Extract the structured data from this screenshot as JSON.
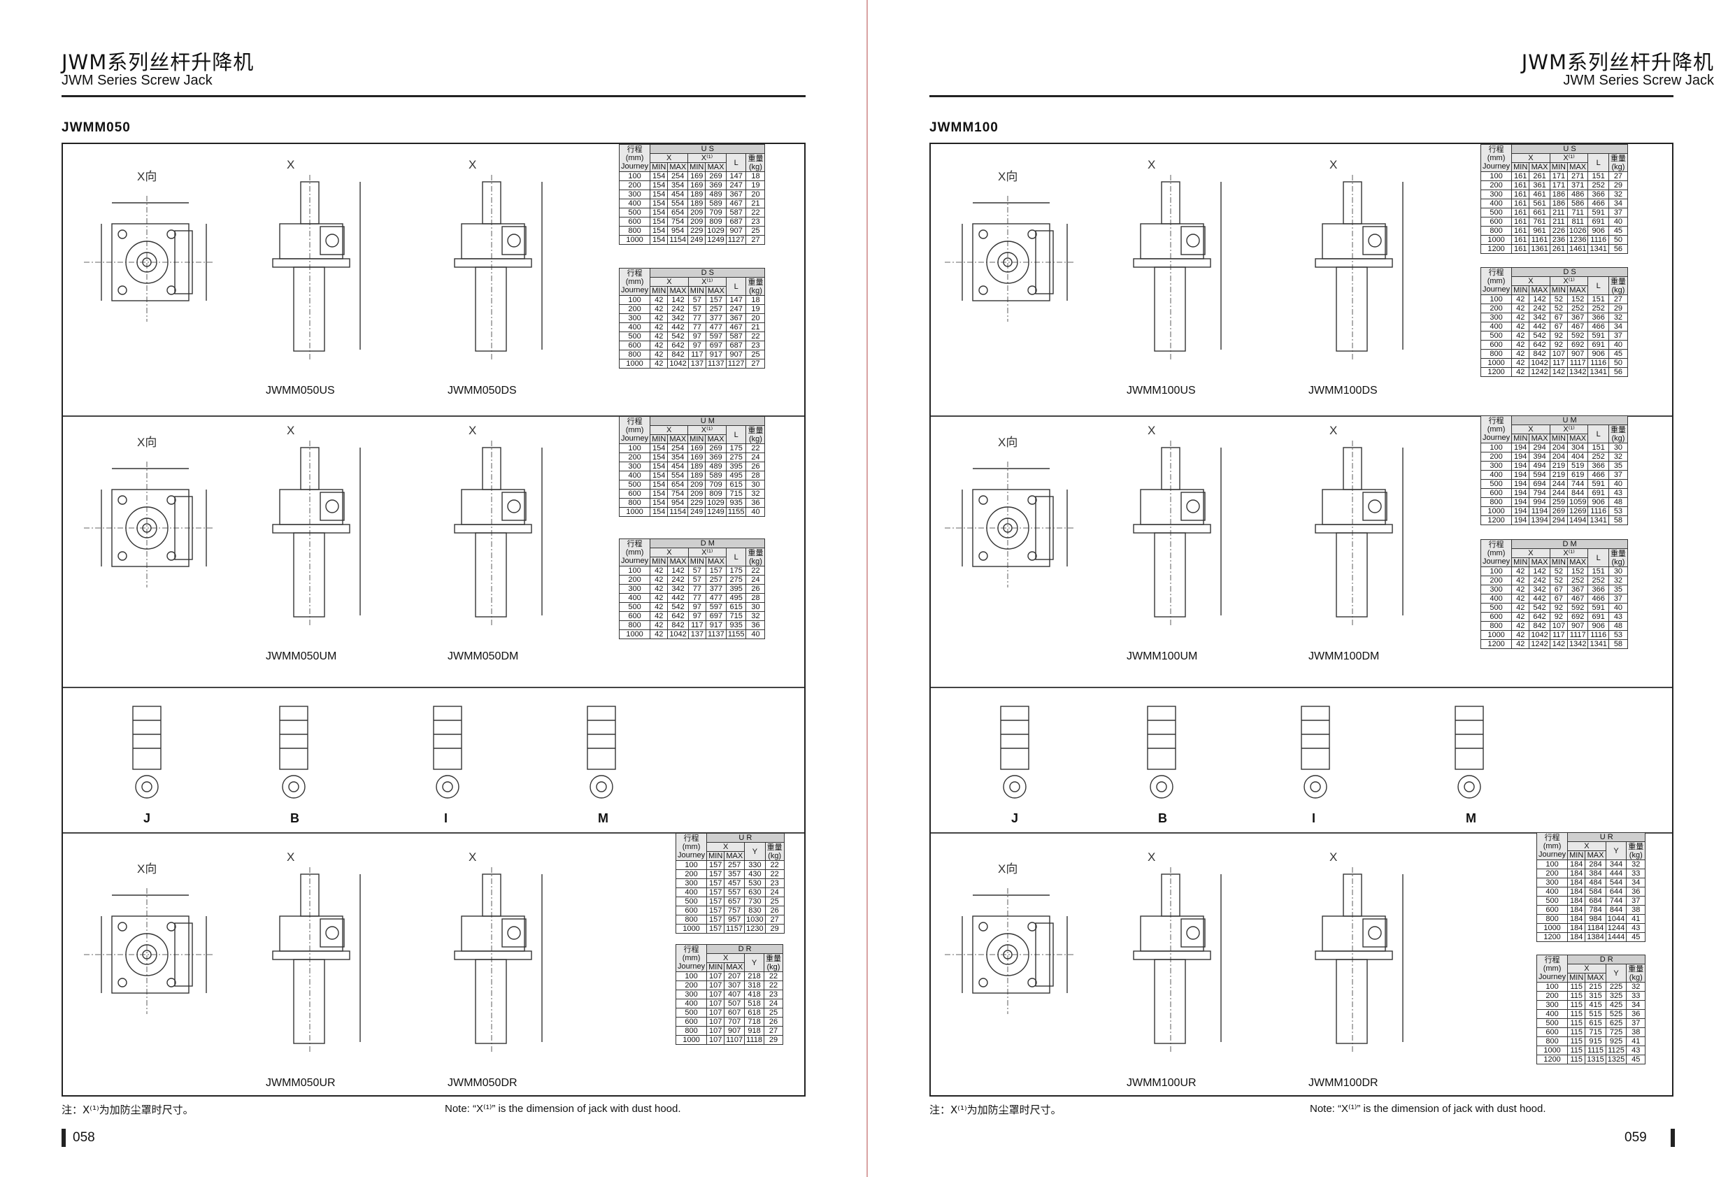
{
  "header": {
    "title_cn": "JWM系列丝杆升降机",
    "title_en": "JWM Series Screw Jack"
  },
  "footer": {
    "note_cn": "注：X⁽¹⁾为加防尘罩时尺寸。",
    "note_en": "Note: “X⁽¹⁾” is the dimension of jack with dust hood."
  },
  "pages": [
    {
      "page_no": "058",
      "model": "JWMM050",
      "labels": {
        "xdir": "X向",
        "x": "X",
        "us": "JWMM050US",
        "ds": "JWMM050DS",
        "um": "JWMM050UM",
        "dm": "JWMM050DM",
        "ur": "JWMM050UR",
        "dr": "JWMM050DR",
        "j": "J",
        "b": "B",
        "i": "I",
        "m": "M"
      },
      "tables": {
        "US": {
          "title": "U S",
          "rows": [
            [
              "100",
              "154",
              "254",
              "169",
              "269",
              "147",
              "18"
            ],
            [
              "200",
              "154",
              "354",
              "169",
              "369",
              "247",
              "19"
            ],
            [
              "300",
              "154",
              "454",
              "189",
              "489",
              "367",
              "20"
            ],
            [
              "400",
              "154",
              "554",
              "189",
              "589",
              "467",
              "21"
            ],
            [
              "500",
              "154",
              "654",
              "209",
              "709",
              "587",
              "22"
            ],
            [
              "600",
              "154",
              "754",
              "209",
              "809",
              "687",
              "23"
            ],
            [
              "800",
              "154",
              "954",
              "229",
              "1029",
              "907",
              "25"
            ],
            [
              "1000",
              "154",
              "1154",
              "249",
              "1249",
              "1127",
              "27"
            ]
          ]
        },
        "DS": {
          "title": "D S",
          "rows": [
            [
              "100",
              "42",
              "142",
              "57",
              "157",
              "147",
              "18"
            ],
            [
              "200",
              "42",
              "242",
              "57",
              "257",
              "247",
              "19"
            ],
            [
              "300",
              "42",
              "342",
              "77",
              "377",
              "367",
              "20"
            ],
            [
              "400",
              "42",
              "442",
              "77",
              "477",
              "467",
              "21"
            ],
            [
              "500",
              "42",
              "542",
              "97",
              "597",
              "587",
              "22"
            ],
            [
              "600",
              "42",
              "642",
              "97",
              "697",
              "687",
              "23"
            ],
            [
              "800",
              "42",
              "842",
              "117",
              "917",
              "907",
              "25"
            ],
            [
              "1000",
              "42",
              "1042",
              "137",
              "1137",
              "1127",
              "27"
            ]
          ]
        },
        "UM": {
          "title": "U M",
          "rows": [
            [
              "100",
              "154",
              "254",
              "169",
              "269",
              "175",
              "22"
            ],
            [
              "200",
              "154",
              "354",
              "169",
              "369",
              "275",
              "24"
            ],
            [
              "300",
              "154",
              "454",
              "189",
              "489",
              "395",
              "26"
            ],
            [
              "400",
              "154",
              "554",
              "189",
              "589",
              "495",
              "28"
            ],
            [
              "500",
              "154",
              "654",
              "209",
              "709",
              "615",
              "30"
            ],
            [
              "600",
              "154",
              "754",
              "209",
              "809",
              "715",
              "32"
            ],
            [
              "800",
              "154",
              "954",
              "229",
              "1029",
              "935",
              "36"
            ],
            [
              "1000",
              "154",
              "1154",
              "249",
              "1249",
              "1155",
              "40"
            ]
          ]
        },
        "DM": {
          "title": "D M",
          "rows": [
            [
              "100",
              "42",
              "142",
              "57",
              "157",
              "175",
              "22"
            ],
            [
              "200",
              "42",
              "242",
              "57",
              "257",
              "275",
              "24"
            ],
            [
              "300",
              "42",
              "342",
              "77",
              "377",
              "395",
              "26"
            ],
            [
              "400",
              "42",
              "442",
              "77",
              "477",
              "495",
              "28"
            ],
            [
              "500",
              "42",
              "542",
              "97",
              "597",
              "615",
              "30"
            ],
            [
              "600",
              "42",
              "642",
              "97",
              "697",
              "715",
              "32"
            ],
            [
              "800",
              "42",
              "842",
              "117",
              "917",
              "935",
              "36"
            ],
            [
              "1000",
              "42",
              "1042",
              "137",
              "1137",
              "1155",
              "40"
            ]
          ]
        },
        "UR": {
          "title": "U R",
          "rows": [
            [
              "100",
              "157",
              "257",
              "330",
              "22"
            ],
            [
              "200",
              "157",
              "357",
              "430",
              "22"
            ],
            [
              "300",
              "157",
              "457",
              "530",
              "23"
            ],
            [
              "400",
              "157",
              "557",
              "630",
              "24"
            ],
            [
              "500",
              "157",
              "657",
              "730",
              "25"
            ],
            [
              "600",
              "157",
              "757",
              "830",
              "26"
            ],
            [
              "800",
              "157",
              "957",
              "1030",
              "27"
            ],
            [
              "1000",
              "157",
              "1157",
              "1230",
              "29"
            ]
          ]
        },
        "DR": {
          "title": "D R",
          "rows": [
            [
              "100",
              "107",
              "207",
              "218",
              "22"
            ],
            [
              "200",
              "107",
              "307",
              "318",
              "22"
            ],
            [
              "300",
              "107",
              "407",
              "418",
              "23"
            ],
            [
              "400",
              "107",
              "507",
              "518",
              "24"
            ],
            [
              "500",
              "107",
              "607",
              "618",
              "25"
            ],
            [
              "600",
              "107",
              "707",
              "718",
              "26"
            ],
            [
              "800",
              "107",
              "907",
              "918",
              "27"
            ],
            [
              "1000",
              "107",
              "1107",
              "1118",
              "29"
            ]
          ]
        }
      }
    },
    {
      "page_no": "059",
      "model": "JWMM100",
      "labels": {
        "xdir": "X向",
        "x": "X",
        "us": "JWMM100US",
        "ds": "JWMM100DS",
        "um": "JWMM100UM",
        "dm": "JWMM100DM",
        "ur": "JWMM100UR",
        "dr": "JWMM100DR",
        "j": "J",
        "b": "B",
        "i": "I",
        "m": "M"
      },
      "tables": {
        "US": {
          "title": "U S",
          "rows": [
            [
              "100",
              "161",
              "261",
              "171",
              "271",
              "151",
              "27"
            ],
            [
              "200",
              "161",
              "361",
              "171",
              "371",
              "252",
              "29"
            ],
            [
              "300",
              "161",
              "461",
              "186",
              "486",
              "366",
              "32"
            ],
            [
              "400",
              "161",
              "561",
              "186",
              "586",
              "466",
              "34"
            ],
            [
              "500",
              "161",
              "661",
              "211",
              "711",
              "591",
              "37"
            ],
            [
              "600",
              "161",
              "761",
              "211",
              "811",
              "691",
              "40"
            ],
            [
              "800",
              "161",
              "961",
              "226",
              "1026",
              "906",
              "45"
            ],
            [
              "1000",
              "161",
              "1161",
              "236",
              "1236",
              "1116",
              "50"
            ],
            [
              "1200",
              "161",
              "1361",
              "261",
              "1461",
              "1341",
              "56"
            ]
          ]
        },
        "DS": {
          "title": "D S",
          "rows": [
            [
              "100",
              "42",
              "142",
              "52",
              "152",
              "151",
              "27"
            ],
            [
              "200",
              "42",
              "242",
              "52",
              "252",
              "252",
              "29"
            ],
            [
              "300",
              "42",
              "342",
              "67",
              "367",
              "366",
              "32"
            ],
            [
              "400",
              "42",
              "442",
              "67",
              "467",
              "466",
              "34"
            ],
            [
              "500",
              "42",
              "542",
              "92",
              "592",
              "591",
              "37"
            ],
            [
              "600",
              "42",
              "642",
              "92",
              "692",
              "691",
              "40"
            ],
            [
              "800",
              "42",
              "842",
              "107",
              "907",
              "906",
              "45"
            ],
            [
              "1000",
              "42",
              "1042",
              "117",
              "1117",
              "1116",
              "50"
            ],
            [
              "1200",
              "42",
              "1242",
              "142",
              "1342",
              "1341",
              "56"
            ]
          ]
        },
        "UM": {
          "title": "U M",
          "rows": [
            [
              "100",
              "194",
              "294",
              "204",
              "304",
              "151",
              "30"
            ],
            [
              "200",
              "194",
              "394",
              "204",
              "404",
              "252",
              "32"
            ],
            [
              "300",
              "194",
              "494",
              "219",
              "519",
              "366",
              "35"
            ],
            [
              "400",
              "194",
              "594",
              "219",
              "619",
              "466",
              "37"
            ],
            [
              "500",
              "194",
              "694",
              "244",
              "744",
              "591",
              "40"
            ],
            [
              "600",
              "194",
              "794",
              "244",
              "844",
              "691",
              "43"
            ],
            [
              "800",
              "194",
              "994",
              "259",
              "1059",
              "906",
              "48"
            ],
            [
              "1000",
              "194",
              "1194",
              "269",
              "1269",
              "1116",
              "53"
            ],
            [
              "1200",
              "194",
              "1394",
              "294",
              "1494",
              "1341",
              "58"
            ]
          ]
        },
        "DM": {
          "title": "D M",
          "rows": [
            [
              "100",
              "42",
              "142",
              "52",
              "152",
              "151",
              "30"
            ],
            [
              "200",
              "42",
              "242",
              "52",
              "252",
              "252",
              "32"
            ],
            [
              "300",
              "42",
              "342",
              "67",
              "367",
              "366",
              "35"
            ],
            [
              "400",
              "42",
              "442",
              "67",
              "467",
              "466",
              "37"
            ],
            [
              "500",
              "42",
              "542",
              "92",
              "592",
              "591",
              "40"
            ],
            [
              "600",
              "42",
              "642",
              "92",
              "692",
              "691",
              "43"
            ],
            [
              "800",
              "42",
              "842",
              "107",
              "907",
              "906",
              "48"
            ],
            [
              "1000",
              "42",
              "1042",
              "117",
              "1117",
              "1116",
              "53"
            ],
            [
              "1200",
              "42",
              "1242",
              "142",
              "1342",
              "1341",
              "58"
            ]
          ]
        },
        "UR": {
          "title": "U R",
          "rows": [
            [
              "100",
              "184",
              "284",
              "344",
              "32"
            ],
            [
              "200",
              "184",
              "384",
              "444",
              "33"
            ],
            [
              "300",
              "184",
              "484",
              "544",
              "34"
            ],
            [
              "400",
              "184",
              "584",
              "644",
              "36"
            ],
            [
              "500",
              "184",
              "684",
              "744",
              "37"
            ],
            [
              "600",
              "184",
              "784",
              "844",
              "38"
            ],
            [
              "800",
              "184",
              "984",
              "1044",
              "41"
            ],
            [
              "1000",
              "184",
              "1184",
              "1244",
              "43"
            ],
            [
              "1200",
              "184",
              "1384",
              "1444",
              "45"
            ]
          ]
        },
        "DR": {
          "title": "D R",
          "rows": [
            [
              "100",
              "115",
              "215",
              "225",
              "32"
            ],
            [
              "200",
              "115",
              "315",
              "325",
              "33"
            ],
            [
              "300",
              "115",
              "415",
              "425",
              "34"
            ],
            [
              "400",
              "115",
              "515",
              "525",
              "36"
            ],
            [
              "500",
              "115",
              "615",
              "625",
              "37"
            ],
            [
              "600",
              "115",
              "715",
              "725",
              "38"
            ],
            [
              "800",
              "115",
              "915",
              "925",
              "41"
            ],
            [
              "1000",
              "115",
              "1115",
              "1125",
              "43"
            ],
            [
              "1200",
              "115",
              "1315",
              "1325",
              "45"
            ]
          ]
        }
      }
    }
  ],
  "table_head": {
    "stroke": "行程",
    "unit_mm": "(mm)",
    "journey": "Journey",
    "x": "X",
    "x1": "X⁽¹⁾",
    "min": "MIN",
    "max": "MAX",
    "l": "L",
    "y": "Y",
    "weight": "重量",
    "kg": "(kg)"
  }
}
